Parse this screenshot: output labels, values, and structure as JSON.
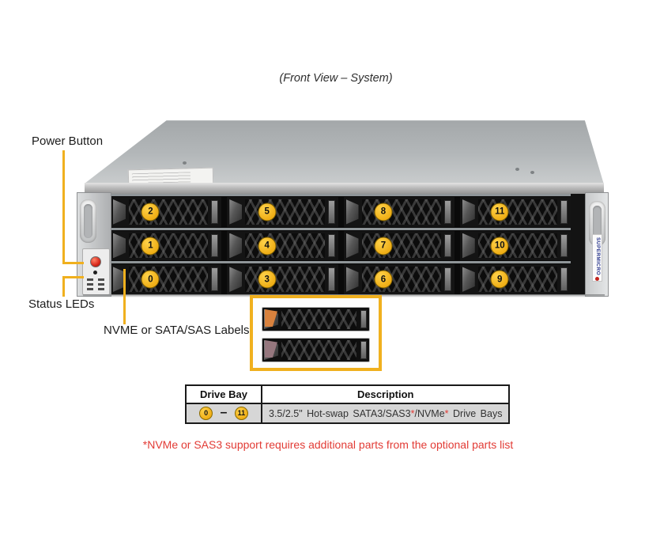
{
  "figure": {
    "title": "(Front View – System)"
  },
  "callouts": {
    "power_button": "Power Button",
    "status_leds": "Status LEDs",
    "drive_labels": "NVME or SATA/SAS Labels"
  },
  "server": {
    "brand": "SUPERMICRO",
    "bay_rows": [
      [
        2,
        5,
        8,
        11
      ],
      [
        1,
        4,
        7,
        10
      ],
      [
        0,
        3,
        6,
        9
      ]
    ]
  },
  "inset": {
    "trays": [
      {
        "name": "nvme-labeled-tray",
        "label_color": "#D9823E"
      },
      {
        "name": "sata-sas-labeled-tray",
        "label_color": "#96777E"
      }
    ]
  },
  "table": {
    "headers": [
      "Drive Bay",
      "Description"
    ],
    "bay_range": {
      "start": "0",
      "dash": "–",
      "end": "11"
    },
    "description": [
      {
        "text": "3.5/2.5\" Hot-swap SATA3/SAS3",
        "red": false
      },
      {
        "text": "*",
        "red": true
      },
      {
        "text": "/NVMe",
        "red": false
      },
      {
        "text": "*",
        "red": true
      },
      {
        "text": " Drive Bays",
        "red": false
      }
    ]
  },
  "footnote": "*NVMe or SAS3 support requires additional parts from the optional parts list",
  "colors": {
    "callout_yellow": "#F0B01E",
    "badge_yellow": "#F5B51A",
    "alert_red": "#E23B35",
    "power_button_red": "#D22B1F",
    "brand_blue": "#27348B"
  }
}
